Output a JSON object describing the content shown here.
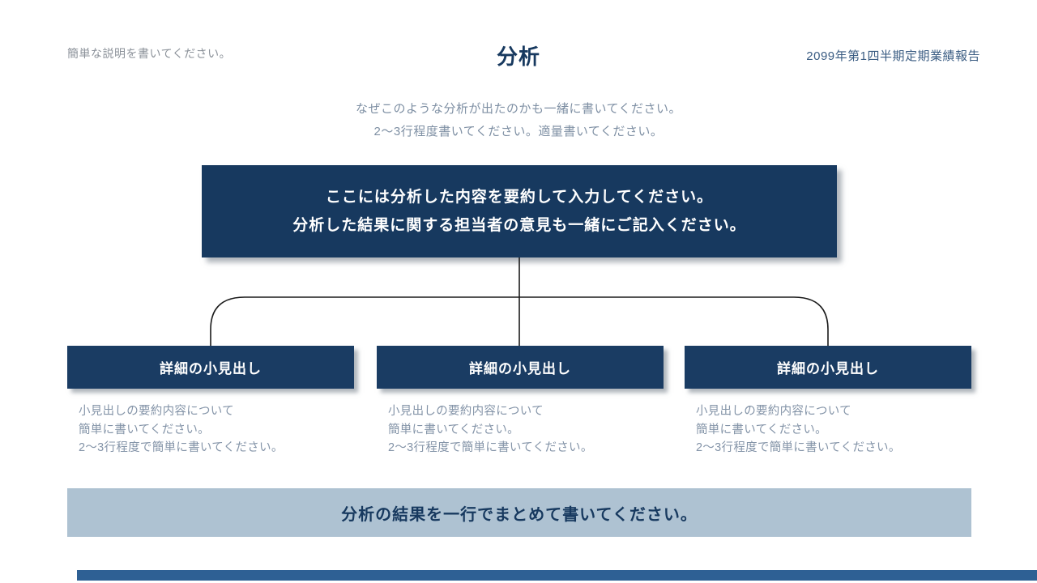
{
  "header": {
    "top_left_note": "簡単な説明を書いてください。",
    "title": "分析",
    "report_label": "2099年第1四半期定期業績報告",
    "subtitle_line1": "なぜこのような分析が出たのかも一緒に書いてください。",
    "subtitle_line2": "2〜3行程度書いてください。適量書いてください。"
  },
  "summary_box": {
    "line1": "ここには分析した内容を要約して入力してください。",
    "line2": "分析した結果に関する担当者の意見も一緒にご記入ください。"
  },
  "details": [
    {
      "heading": "詳細の小見出し",
      "desc_line1": "小見出しの要約内容について",
      "desc_line2": "簡単に書いてください。",
      "desc_line3": "2〜3行程度で簡単に書いてください。"
    },
    {
      "heading": "詳細の小見出し",
      "desc_line1": "小見出しの要約内容について",
      "desc_line2": "簡単に書いてください。",
      "desc_line3": "2〜3行程度で簡単に書いてください。"
    },
    {
      "heading": "詳細の小見出し",
      "desc_line1": "小見出しの要約内容について",
      "desc_line2": "簡単に書いてください。",
      "desc_line3": "2〜3行程度で簡単に書いてください。"
    }
  ],
  "conclusion": {
    "text": "分析の結果を一行でまとめて書いてください。"
  },
  "colors": {
    "navy": "#17395f",
    "light_bar": "#aec2d2",
    "footer_blue": "#2e6094",
    "muted_text": "#8494a8",
    "connector": "#1b1b1b"
  }
}
